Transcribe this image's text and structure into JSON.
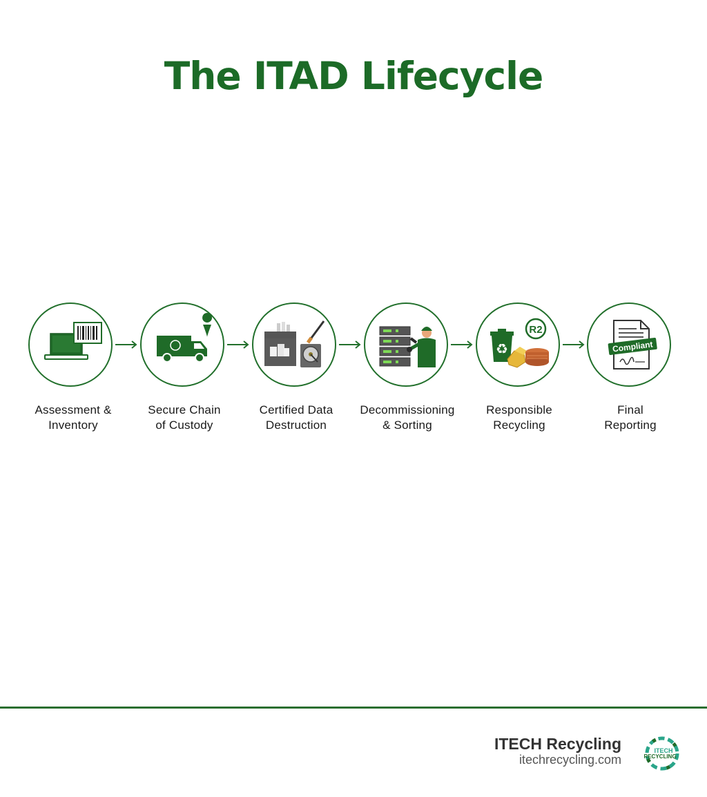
{
  "title": "The ITAD Lifecycle",
  "colors": {
    "brand_green": "#1c6b27",
    "dark_green": "#22702c",
    "text": "#1a1a1a"
  },
  "steps": [
    {
      "line1": "Assessment &",
      "line2": "Inventory",
      "icon": "laptop-barcode-icon"
    },
    {
      "line1": "Secure Chain",
      "line2": "of Custody",
      "icon": "truck-location-icon"
    },
    {
      "line1": "Certified Data",
      "line2": "Destruction",
      "icon": "shredder-harddrive-icon"
    },
    {
      "line1": "Decommissioning",
      "line2": "& Sorting",
      "icon": "server-technician-icon"
    },
    {
      "line1": "Responsible",
      "line2": "Recycling",
      "icon": "recycle-bin-materials-icon"
    },
    {
      "line1": "Final",
      "line2": "Reporting",
      "icon": "compliant-report-icon"
    }
  ],
  "icon_text": {
    "r2": "R2",
    "compliant": "Compliant"
  },
  "footer": {
    "brand": "ITECH Recycling",
    "url": "itechrecycling.com",
    "logo_line1": "ITECH",
    "logo_line2": "RECYCLING"
  }
}
